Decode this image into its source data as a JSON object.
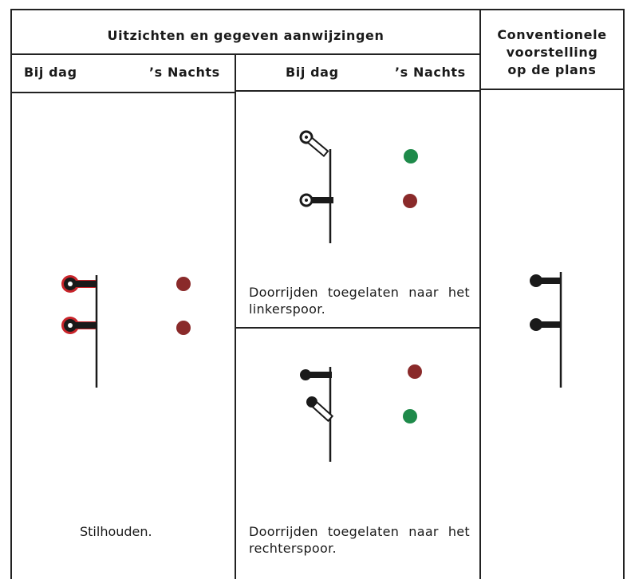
{
  "table": {
    "header": {
      "group_title": "Uitzichten en gegeven aanwijzingen",
      "convention_title_lines": [
        "Conventionele",
        "voorstelling",
        "op de plans"
      ],
      "col_day_left": "Bij dag",
      "col_night_left": "’s Nachts",
      "col_day_right": "Bij dag",
      "col_night_right": "’s Nachts"
    },
    "rows": {
      "stop": {
        "caption": "Stilhouden."
      },
      "left_track": {
        "caption": "Doorrijden toegelaten naar het linkerspoor."
      },
      "right_track": {
        "caption": "Doorrijden toegelaten naar het rechterspoor."
      }
    }
  },
  "colors": {
    "line": "#222222",
    "semaphore_arm": "#1a1a1a",
    "semaphore_outline_red": "#c8242a",
    "light_red": "#8a2a2a",
    "light_green": "#1e8a4a"
  },
  "icons": {
    "semaphore": "semaphore-signal-icon",
    "light": "signal-light-icon"
  }
}
